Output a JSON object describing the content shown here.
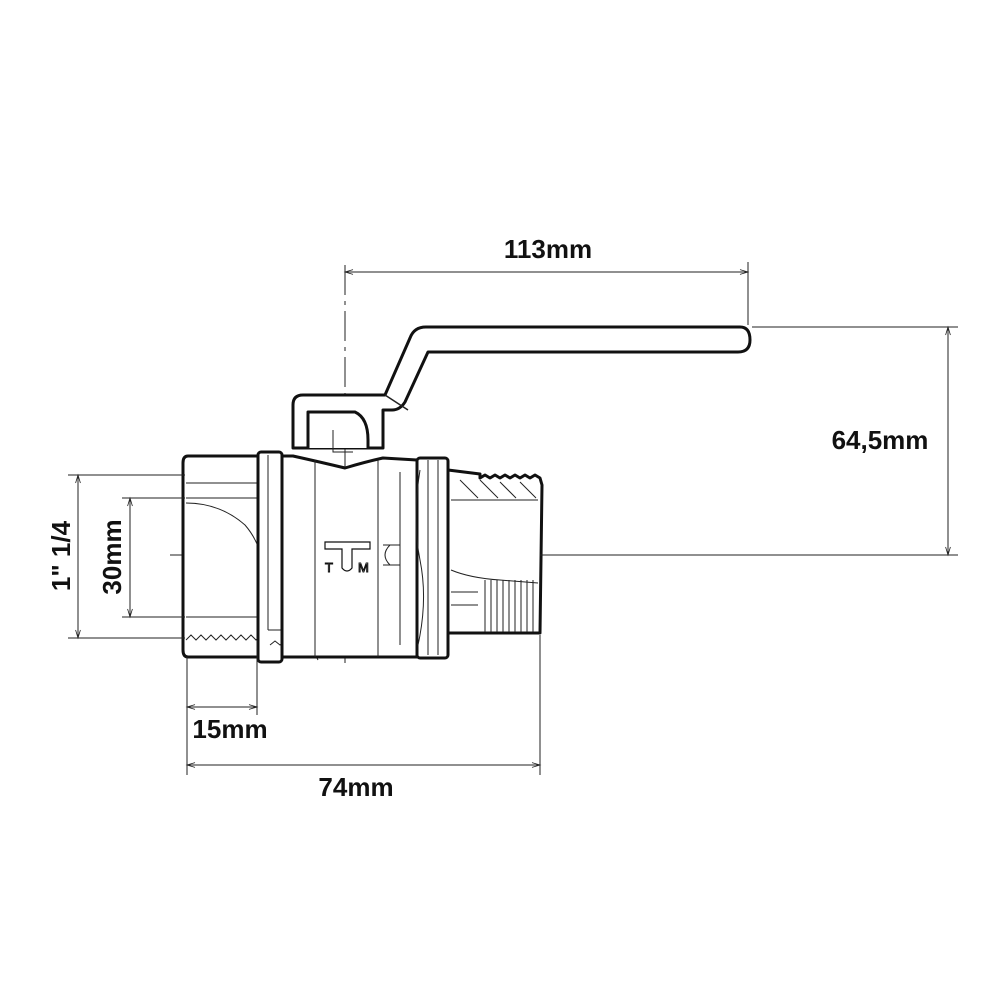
{
  "drawing": {
    "title": "Ball valve female-male dimension drawing",
    "logo_letters": "TM",
    "dimensions": {
      "handle_length": "113mm",
      "height": "64,5mm",
      "thread_size": "1\" 1/4",
      "bore": "30mm",
      "thread_depth": "15mm",
      "total_length": "74mm"
    }
  }
}
